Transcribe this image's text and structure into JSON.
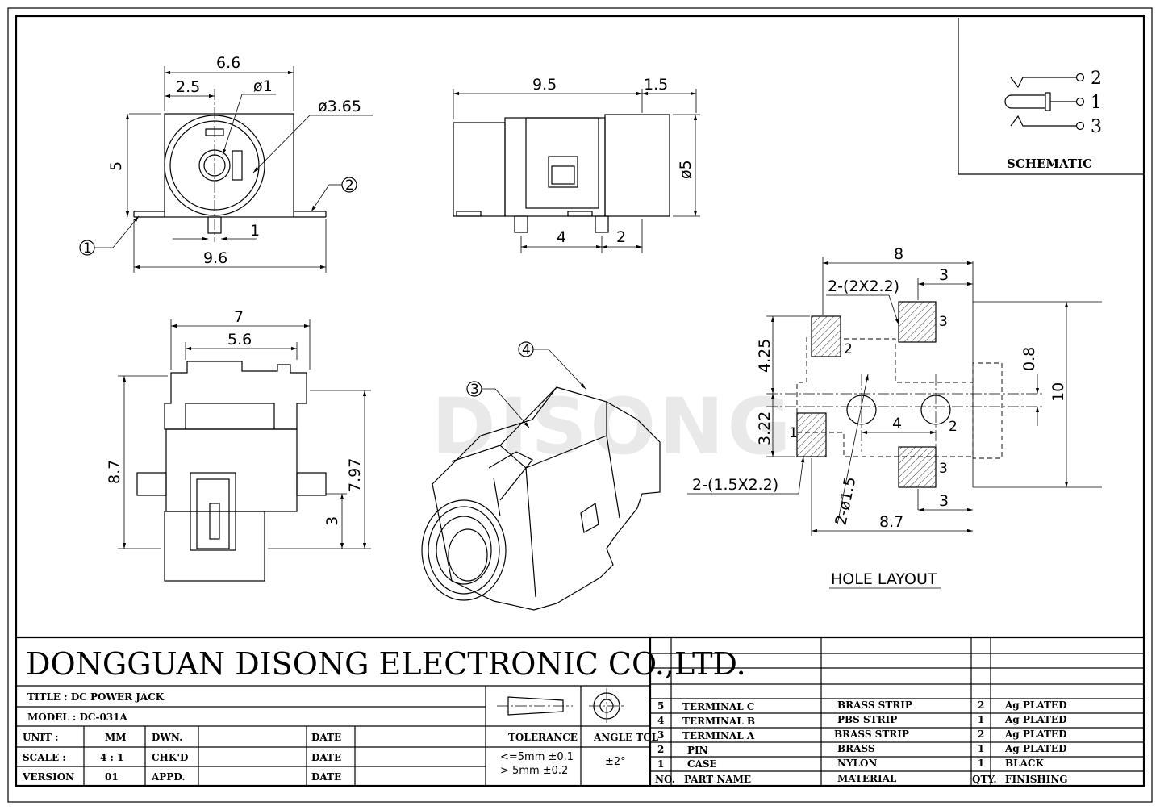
{
  "watermark": "DISONG",
  "schematic": {
    "pins": [
      "2",
      "1",
      "3"
    ],
    "label": "SCHEMATIC"
  },
  "views": {
    "front": {
      "dims": [
        "6.6",
        "2.5",
        "ø1",
        "ø3.65",
        "5",
        "1",
        "9.6"
      ],
      "callouts": [
        "1",
        "2"
      ]
    },
    "side": {
      "dims": [
        "9.5",
        "1.5",
        "ø5",
        "4",
        "2"
      ]
    },
    "top": {
      "dims": [
        "7",
        "5.6",
        "8.7",
        "7.97",
        "3"
      ]
    },
    "iso": {
      "callouts": [
        "4",
        "3"
      ]
    },
    "hole_layout": {
      "dims": [
        "8",
        "3",
        "2-(2X2.2)",
        "4.25",
        "3.22",
        "0.8",
        "10",
        "4",
        "2-(1.5X2.2)",
        "2-ø1.5",
        "3",
        "8.7"
      ],
      "pad_labels": [
        "2",
        "3",
        "1",
        "3",
        "2"
      ],
      "label": "HOLE LAYOUT"
    }
  },
  "title_block": {
    "company": "DONGGUAN DISONG ELECTRONIC CO.,LTD.",
    "title_label": "TITLE  :  DC POWER JACK",
    "model_label": "MODEL  :  DC-031A",
    "rows": [
      {
        "label": "UNIT   :",
        "value": "MM",
        "role": "DWN.",
        "date": "DATE"
      },
      {
        "label": "SCALE  :",
        "value": "4 : 1",
        "role": "CHK'D",
        "date": "DATE"
      },
      {
        "label": "VERSION",
        "value": "01",
        "role": "APPD.",
        "date": "DATE"
      }
    ],
    "tolerance_head": "TOLERANCE",
    "tolerance_lines": [
      "<=5mm  ±0.1",
      "> 5mm  ±0.2"
    ],
    "angle_head": "ANGLE TOL",
    "angle_value": "±2°"
  },
  "bom": {
    "header": {
      "no": "NO.",
      "name": "PART  NAME",
      "material": "MATERIAL",
      "qty": "QTY.",
      "finishing": "FINISHING"
    },
    "rows": [
      {
        "no": "5",
        "name": "TERMINAL C",
        "material": "BRASS STRIP",
        "qty": "2",
        "finishing": "Ag PLATED"
      },
      {
        "no": "4",
        "name": "TERMINAL B",
        "material": "PBS STRIP",
        "qty": "1",
        "finishing": "Ag PLATED"
      },
      {
        "no": "3",
        "name": "TERMINAL A",
        "material": "BRASS STRIP",
        "qty": "2",
        "finishing": "Ag PLATED"
      },
      {
        "no": "2",
        "name": "PIN",
        "material": "BRASS",
        "qty": "1",
        "finishing": "Ag PLATED"
      },
      {
        "no": "1",
        "name": "CASE",
        "material": "NYLON",
        "qty": "1",
        "finishing": "BLACK"
      }
    ]
  }
}
